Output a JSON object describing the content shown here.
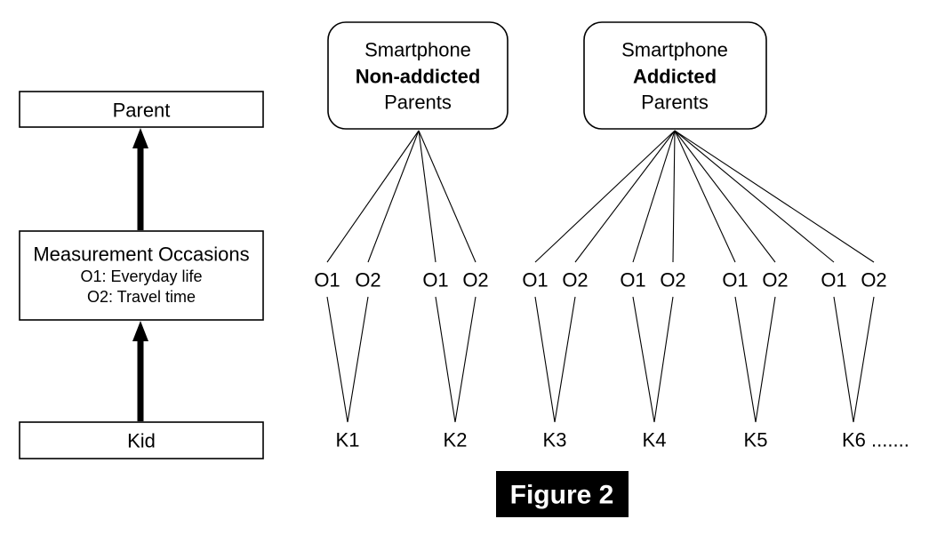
{
  "caption": {
    "text": "Figure 2",
    "bg": "#000000",
    "fg": "#ffffff"
  },
  "left_panel": {
    "parent_label": "Parent",
    "measurement_title": "Measurement Occasions",
    "measurement_o1": "O1: Everyday life",
    "measurement_o2": "O2: Travel time",
    "kid_label": "Kid"
  },
  "trees": [
    {
      "group_label_line1": "Smartphone",
      "group_label_line2": "Non-addicted",
      "group_label_line3": "Parents",
      "kids": [
        {
          "label": "K1",
          "occasions": [
            "O1",
            "O2"
          ]
        },
        {
          "label": "K2",
          "occasions": [
            "O1",
            "O2"
          ]
        }
      ]
    },
    {
      "group_label_line1": "Smartphone",
      "group_label_line2": "Addicted",
      "group_label_line3": "Parents",
      "kids": [
        {
          "label": "K3",
          "occasions": [
            "O1",
            "O2"
          ]
        },
        {
          "label": "K4",
          "occasions": [
            "O1",
            "O2"
          ]
        },
        {
          "label": "K5",
          "occasions": [
            "O1",
            "O2"
          ]
        },
        {
          "label": "K6 .......",
          "occasions": [
            "O1",
            "O2"
          ]
        }
      ]
    }
  ],
  "colors": {
    "line": "#000000",
    "background": "#ffffff"
  }
}
